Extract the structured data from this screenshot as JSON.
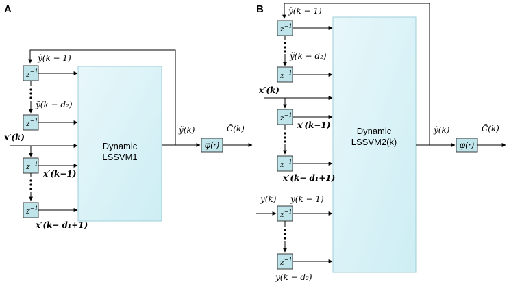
{
  "panels": {
    "a_label": "A",
    "b_label": "B"
  },
  "delay_label": "z",
  "delay_exp": "−1",
  "panel_a": {
    "block_line1": "Dynamic",
    "block_line2": "LSSVM1",
    "y_prev": "ỹ(k − 1)",
    "y_prev_d": "ỹ(k − d₂)",
    "x_in": "x′(k)",
    "x_prev": "x′(k−1)",
    "x_prev_d": "x′(k− d₁+1)",
    "y_out": "ỹ(k)",
    "phi": "φ(·)",
    "c_out": "C̃(k)"
  },
  "panel_b": {
    "block_line1": "Dynamic",
    "block_line2": "LSSVM2(k)",
    "y_prev": "ỹ(k − 1)",
    "y_prev_d": "ỹ(k − d₂)",
    "x_in": "x′(k)",
    "x_prev": "x′(k−1)",
    "x_prev_d": "x′(k− d₁+1)",
    "yk_in": "y(k)",
    "yk_prev": "y(k − 1)",
    "yk_prev_d": "y(k − d₂)",
    "y_out": "ỹ(k)",
    "phi": "φ(·)",
    "c_out": "C̃(k)"
  },
  "colors": {
    "block_fill": "#dff3f7",
    "block_stroke": "#9fcfd9",
    "delay_fill": "#bfe4ea",
    "delay_stroke": "#3a3a3a",
    "line": "#000000"
  }
}
